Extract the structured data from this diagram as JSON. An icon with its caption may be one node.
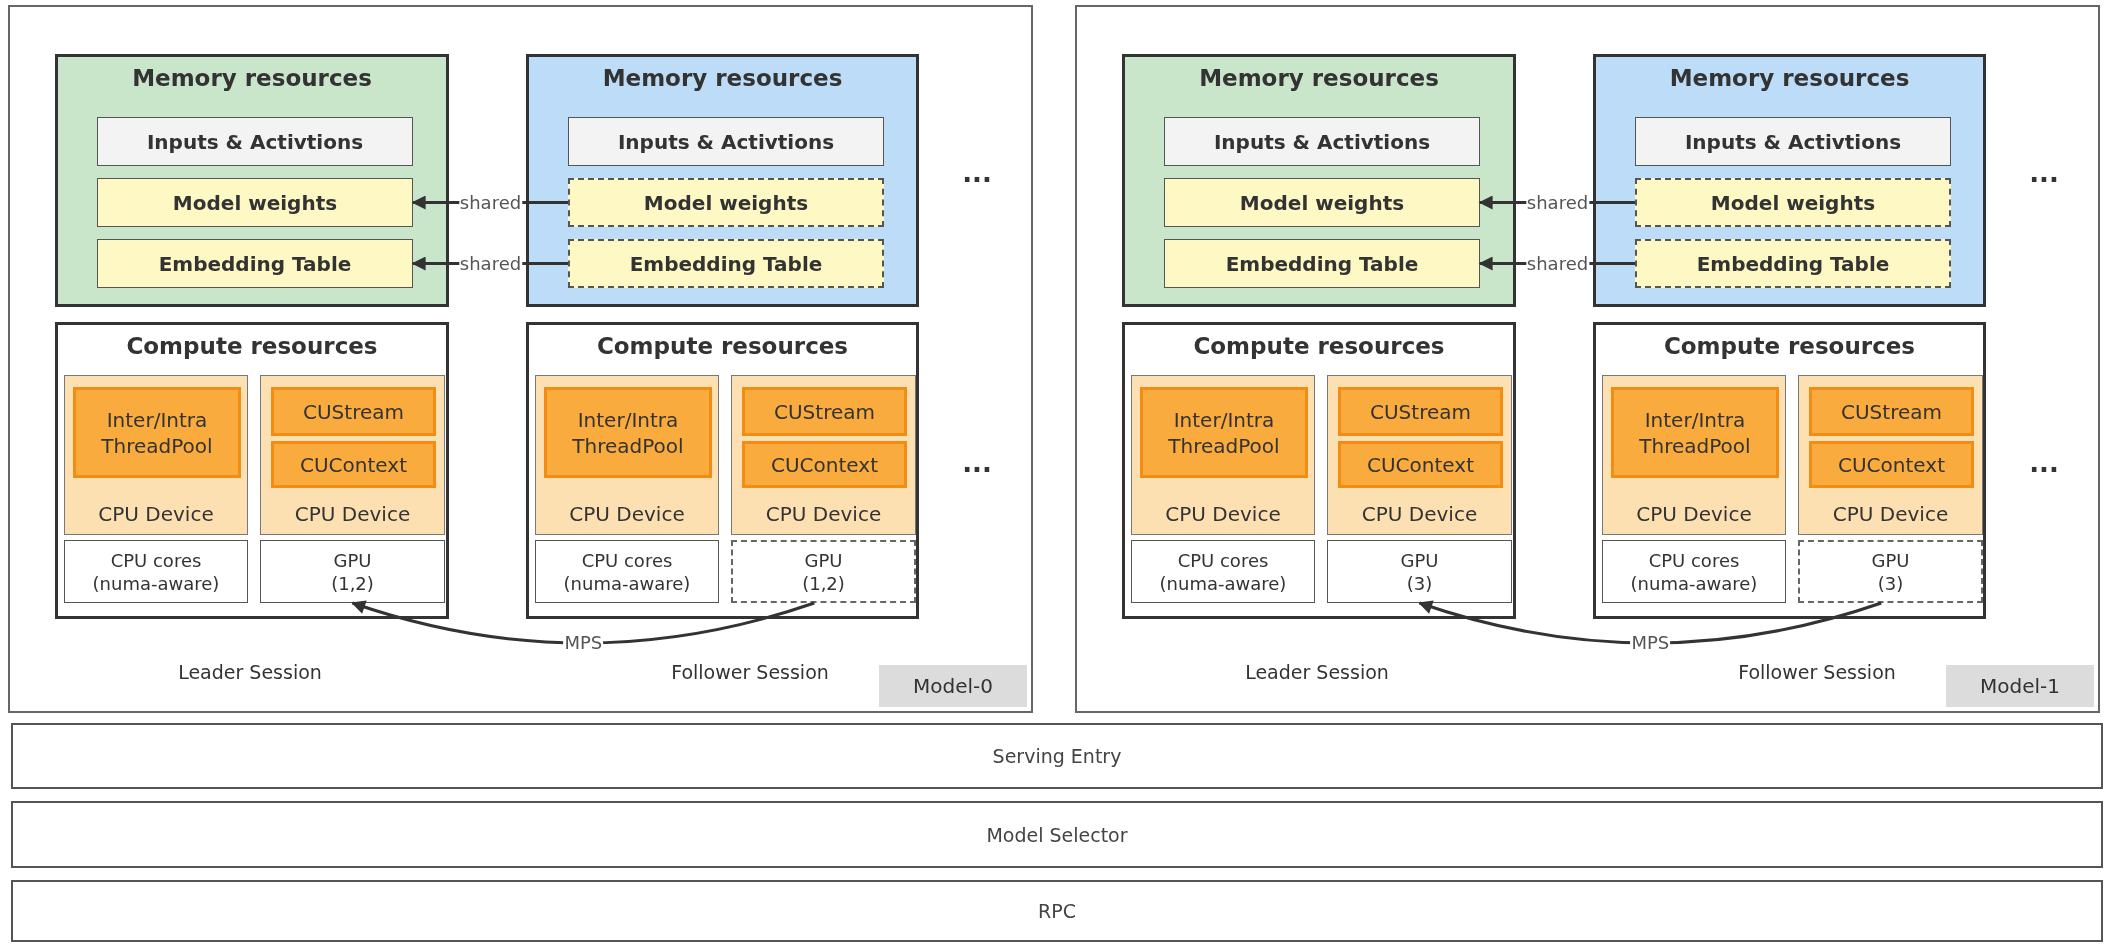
{
  "diagram": {
    "nodes": [
      {
        "text": [
          "Model-0"
        ]
      },
      {
        "text": [
          "Memory resources"
        ],
        "in": 0
      },
      {
        "text": [
          "Inputs & Activtions"
        ],
        "in": 1
      },
      {
        "text": [
          "Model weights"
        ],
        "in": 1
      },
      {
        "text": [
          "Embedding Table"
        ],
        "in": 1
      },
      {
        "text": [
          "Memory resources"
        ],
        "in": 0
      },
      {
        "text": [
          "Inputs & Activtions"
        ],
        "in": 5
      },
      {
        "text": [
          "Model weights"
        ],
        "in": 5
      },
      {
        "text": [
          "Embedding Table"
        ],
        "in": 5
      },
      {
        "text": [
          "Compute resources"
        ],
        "in": 0
      },
      {
        "text": [
          "CPU Device"
        ],
        "in": 9
      },
      {
        "text": [
          "Inter/Intra ThreadPool"
        ],
        "in": 10
      },
      {
        "text": [
          "CPU Device"
        ],
        "in": 9
      },
      {
        "text": [
          "CUStream"
        ],
        "in": 12
      },
      {
        "text": [
          "CUContext"
        ],
        "in": 12
      },
      {
        "text": [
          "CPU cores (numa-aware)"
        ],
        "in": 9
      },
      {
        "text": [
          "GPU (1,2)"
        ],
        "in": 9
      },
      {
        "text": [
          "Compute resources"
        ],
        "in": 0
      },
      {
        "text": [
          "CPU Device"
        ],
        "in": 17
      },
      {
        "text": [
          "Inter/Intra ThreadPool"
        ],
        "in": 18
      },
      {
        "text": [
          "CPU Device"
        ],
        "in": 17
      },
      {
        "text": [
          "CUStream"
        ],
        "in": 20
      },
      {
        "text": [
          "CUContext"
        ],
        "in": 20
      },
      {
        "text": [
          "CPU cores (numa-aware)"
        ],
        "in": 17
      },
      {
        "text": [
          "GPU (1,2)"
        ],
        "in": 17
      },
      {
        "text": [
          "Model-1"
        ]
      },
      {
        "text": [
          "Memory resources"
        ],
        "in": 25
      },
      {
        "text": [
          "Inputs & Activtions"
        ],
        "in": 26
      },
      {
        "text": [
          "Model weights"
        ],
        "in": 26
      },
      {
        "text": [
          "Embedding Table"
        ],
        "in": 26
      },
      {
        "text": [
          "Memory resources"
        ],
        "in": 25
      },
      {
        "text": [
          "Inputs & Activtions"
        ],
        "in": 30
      },
      {
        "text": [
          "Model weights"
        ],
        "in": 30
      },
      {
        "text": [
          "Embedding Table"
        ],
        "in": 30
      },
      {
        "text": [
          "Compute resources"
        ],
        "in": 25
      },
      {
        "text": [
          "CPU Device"
        ],
        "in": 34
      },
      {
        "text": [
          "Inter/Intra ThreadPool"
        ],
        "in": 35
      },
      {
        "text": [
          "CPU Device"
        ],
        "in": 34
      },
      {
        "text": [
          "CUStream"
        ],
        "in": 37
      },
      {
        "text": [
          "CUContext"
        ],
        "in": 37
      },
      {
        "text": [
          "CPU cores (numa-aware)"
        ],
        "in": 34
      },
      {
        "text": [
          "GPU (3)"
        ],
        "in": 34
      },
      {
        "text": [
          "Compute resources"
        ],
        "in": 25
      },
      {
        "text": [
          "CPU Device"
        ],
        "in": 42
      },
      {
        "text": [
          "Inter/Intra ThreadPool"
        ],
        "in": 43
      },
      {
        "text": [
          "CPU Device"
        ],
        "in": 42
      },
      {
        "text": [
          "CUStream"
        ],
        "in": 45
      },
      {
        "text": [
          "CUContext"
        ],
        "in": 45
      },
      {
        "text": [
          "CPU cores (numa-aware)"
        ],
        "in": 42
      },
      {
        "text": [
          "GPU (3)"
        ],
        "in": 42
      },
      {
        "text": [
          "Serving Entry"
        ]
      },
      {
        "text": [
          "Model Selector"
        ]
      },
      {
        "text": [
          "RPC"
        ]
      }
    ],
    "edges": [
      {
        "from": 7,
        "to": 3,
        "arrow": "to",
        "label": "shared"
      },
      {
        "from": 8,
        "to": 4,
        "arrow": "to",
        "label": "shared"
      },
      {
        "from": 24,
        "to": 16,
        "arrow": "to",
        "label": "MPS"
      },
      {
        "from": 32,
        "to": 28,
        "arrow": "to",
        "label": "shared"
      },
      {
        "from": 33,
        "to": 29,
        "arrow": "to",
        "label": "shared"
      },
      {
        "from": 49,
        "to": 41,
        "arrow": "to",
        "label": "MPS"
      }
    ],
    "labels": [
      "···",
      "···",
      "Leader Session",
      "Follower Session",
      "···",
      "···",
      "Leader Session",
      "Follower Session"
    ]
  }
}
